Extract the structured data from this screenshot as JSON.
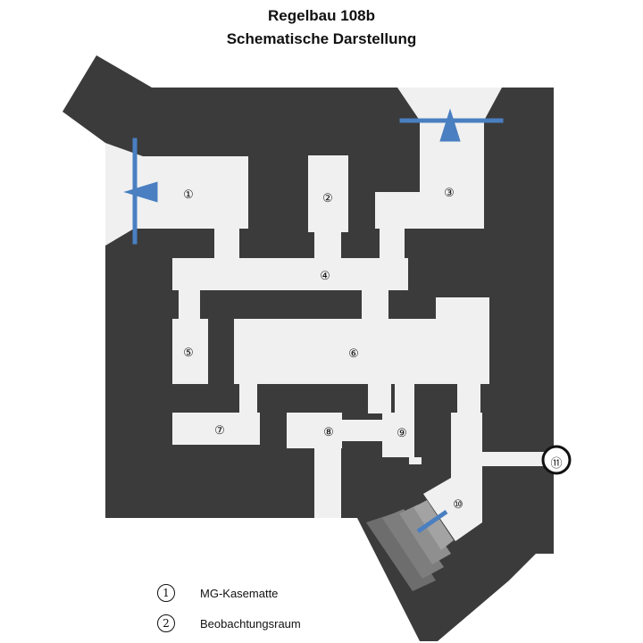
{
  "title": "Regelbau 108b",
  "subtitle": "Schematische Darstellung",
  "rooms": [
    {
      "id": "1",
      "label": "①"
    },
    {
      "id": "2",
      "label": "②"
    },
    {
      "id": "3",
      "label": "③"
    },
    {
      "id": "4",
      "label": "④"
    },
    {
      "id": "5",
      "label": "⑤"
    },
    {
      "id": "6",
      "label": "⑥"
    },
    {
      "id": "7",
      "label": "⑦"
    },
    {
      "id": "8",
      "label": "⑧"
    },
    {
      "id": "9",
      "label": "⑨"
    },
    {
      "id": "10",
      "label": "⑩"
    },
    {
      "id": "11",
      "label": "⑪"
    }
  ],
  "legend": [
    {
      "num": "1",
      "label": "MG-Kasematte"
    },
    {
      "num": "2",
      "label": "Beobachtungsraum"
    }
  ],
  "colors": {
    "wall": "#3b3b3b",
    "room": "#f0f0f0",
    "embrasure": "#4a7fc1",
    "steps": "#7d7d7d"
  }
}
